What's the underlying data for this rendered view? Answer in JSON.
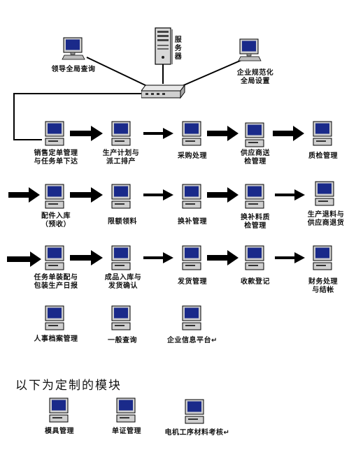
{
  "top": {
    "leader_label": "领导全局查询",
    "server_label": "服\n务\n器",
    "enterprise_label": "企业规范化\n全局设置"
  },
  "rows": [
    {
      "items": [
        "销售定单管理\n与任务单下达",
        "生产计划与\n派工排产",
        "采购处理",
        "供应商送\n检管理",
        "质检管理"
      ]
    },
    {
      "items": [
        "配件入库\n（预收）",
        "限额领料",
        "换补管理",
        "换补料质\n检管理",
        "生产退料与\n供应商退货"
      ]
    },
    {
      "items": [
        "任务单装配与\n包装生产日报",
        "成品入库与\n发货确认",
        "发货管理",
        "收款登记",
        "财务处理\n与结帐"
      ]
    },
    {
      "items": [
        "人事档案管理",
        "一般查询",
        "企业信息平台↵"
      ]
    }
  ],
  "custom": {
    "heading": "以下为定制的模块",
    "items": [
      "模具管理",
      "单证管理",
      "电机工序材料考核↵"
    ]
  }
}
